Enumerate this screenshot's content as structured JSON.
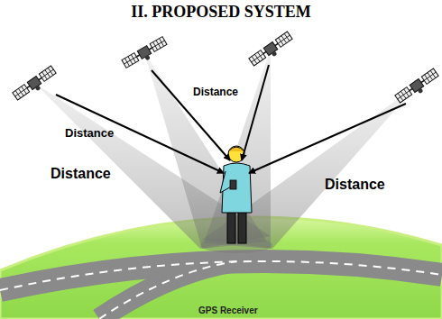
{
  "diagram": {
    "title": "II. PROPOSED SYSTEM",
    "labels": [
      "Distance",
      "Distance",
      "Distance",
      "Distance",
      "GPS Receiver"
    ]
  }
}
